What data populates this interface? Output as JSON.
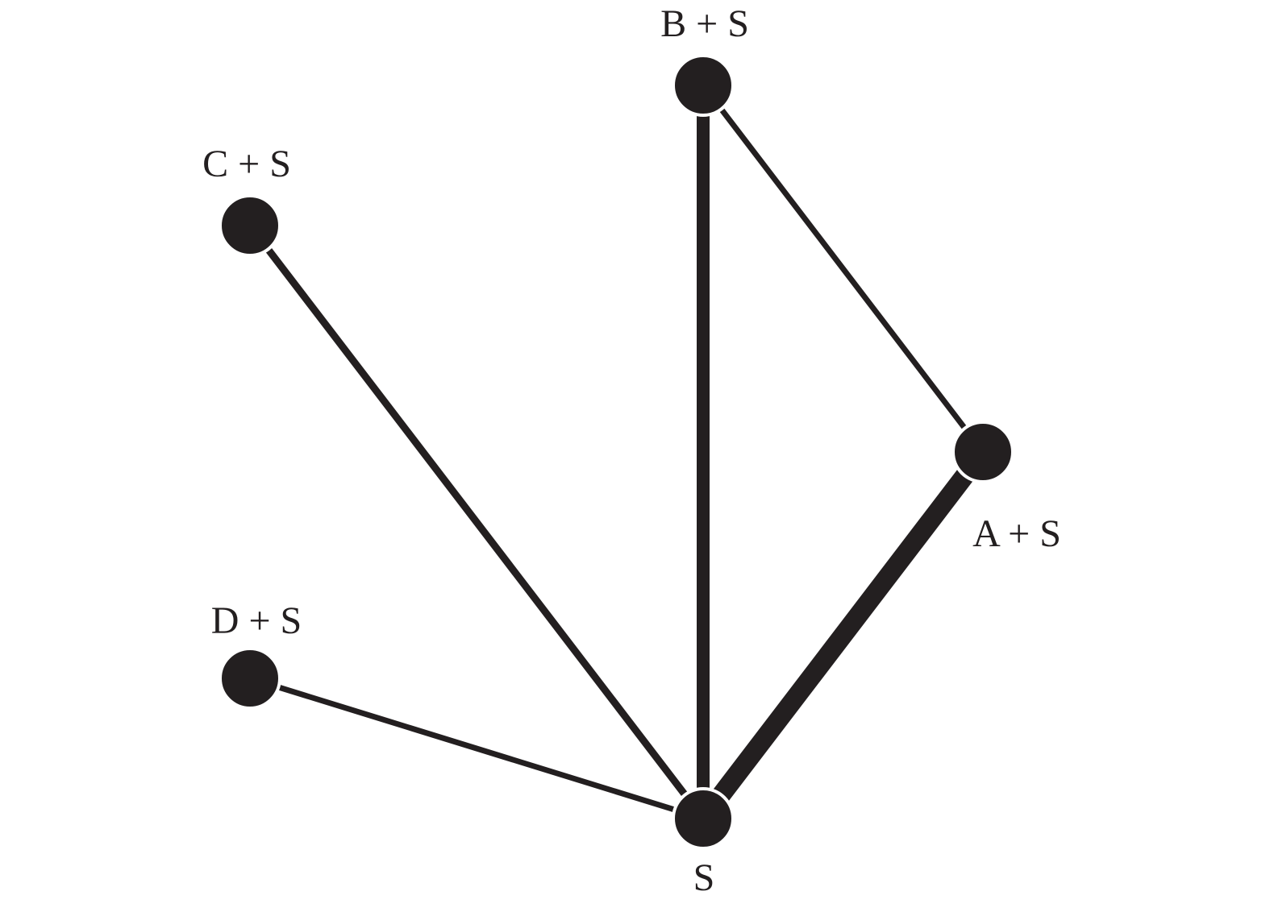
{
  "diagram": {
    "type": "network-graph",
    "nodes": [
      {
        "id": "S",
        "label": "S"
      },
      {
        "id": "A",
        "label": "A + S"
      },
      {
        "id": "B",
        "label": "B + S"
      },
      {
        "id": "C",
        "label": "C + S"
      },
      {
        "id": "D",
        "label": "D + S"
      }
    ],
    "edges": [
      {
        "from": "S",
        "to": "A",
        "weight": "heavy"
      },
      {
        "from": "S",
        "to": "B",
        "weight": "medium"
      },
      {
        "from": "S",
        "to": "C",
        "weight": "medium"
      },
      {
        "from": "S",
        "to": "D",
        "weight": "light"
      },
      {
        "from": "B",
        "to": "A",
        "weight": "light"
      }
    ],
    "colors": {
      "ink": "#231f20",
      "background": "#ffffff"
    }
  }
}
